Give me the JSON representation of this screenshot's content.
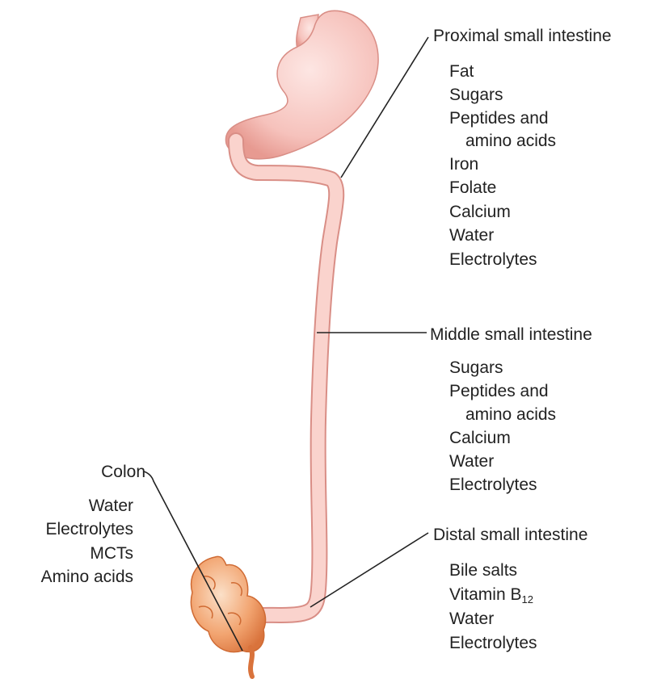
{
  "proximal": {
    "heading": "Proximal small intestine",
    "items": [
      "Fat",
      "Sugars",
      "Peptides and",
      "amino acids",
      "Iron",
      "Folate",
      "Calcium",
      "Water",
      "Electrolytes"
    ]
  },
  "middle": {
    "heading": "Middle small intestine",
    "items": [
      "Sugars",
      "Peptides and",
      "amino acids",
      "Calcium",
      "Water",
      "Electrolytes"
    ]
  },
  "distal": {
    "heading": "Distal small intestine",
    "items": [
      "Bile salts",
      "Vitamin B",
      "12",
      "Water",
      "Electrolytes"
    ]
  },
  "colon": {
    "heading": "Colon",
    "items": [
      "Water",
      "Electrolytes",
      "MCTs",
      "Amino acids"
    ]
  },
  "colors": {
    "tissue": "#f7c9c4",
    "tissue_edge": "#d98e86",
    "colon": "#f0a06c",
    "leader_line": "#222222"
  }
}
